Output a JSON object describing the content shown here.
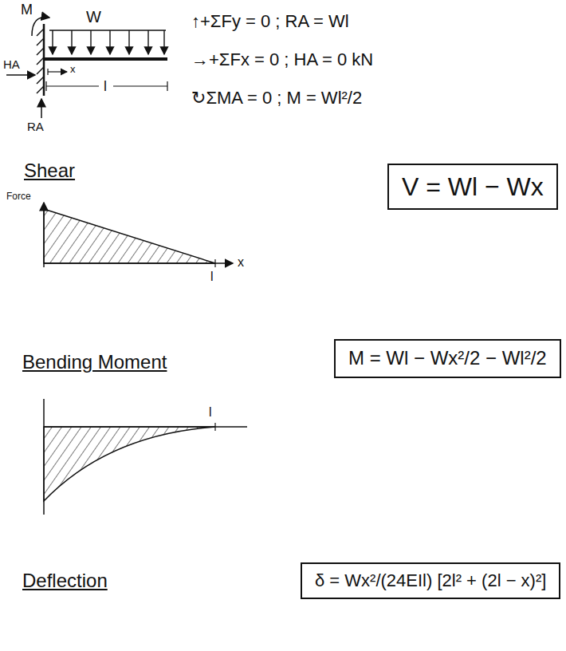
{
  "diagram": {
    "nodes": [
      {
        "text": [
          "V = Wl − Wx"
        ]
      },
      {
        "text": [
          "M = Wl − Wx²/2 − Wl²/2"
        ]
      },
      {
        "text": [
          "δ = Wx²/(24EIl) [2l² + (2l − x)²]"
        ]
      }
    ],
    "labels": [
      "M",
      "W",
      "HA",
      "x",
      "l",
      "RA",
      "↑+ΣFy = 0 ; RA = Wl",
      "→+ΣFx = 0 ; HA = 0 kN",
      "↻ΣMA = 0 ; M = Wl²/2",
      "Shear",
      "Force",
      "l",
      "x",
      "Bending Moment",
      "l",
      "Deflection"
    ]
  }
}
